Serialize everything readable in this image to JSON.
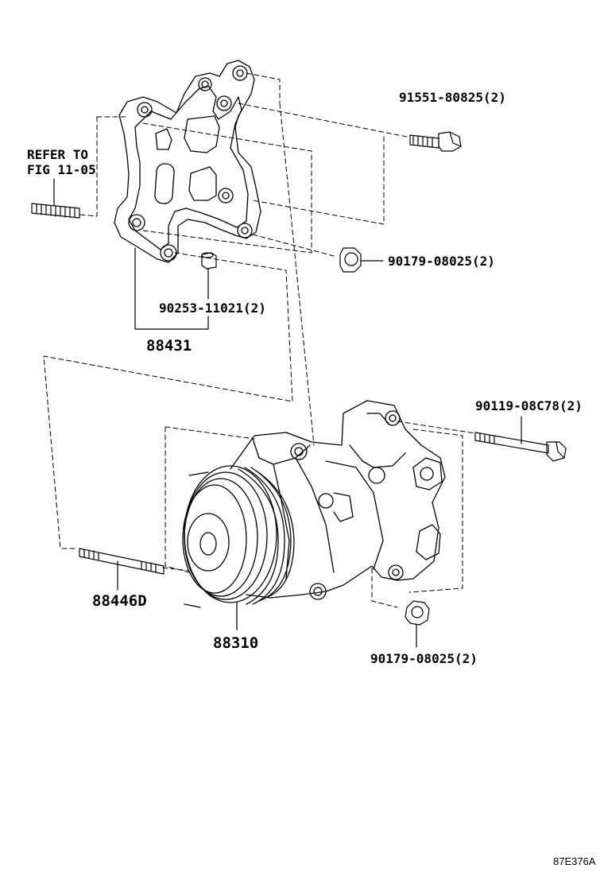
{
  "labels": {
    "bolt_top": "91551-80825(2)",
    "refer_line1": "REFER TO",
    "refer_line2": "FIG 11-05",
    "nut_upper": "90179-08025(2)",
    "pin": "90253-11021(2)",
    "bracket": "88431",
    "bolt_long": "90119-08C78(2)",
    "stud": "88446D",
    "compressor": "88310",
    "nut_lower": "90179-08025(2)"
  },
  "figure_code": "87E376A"
}
